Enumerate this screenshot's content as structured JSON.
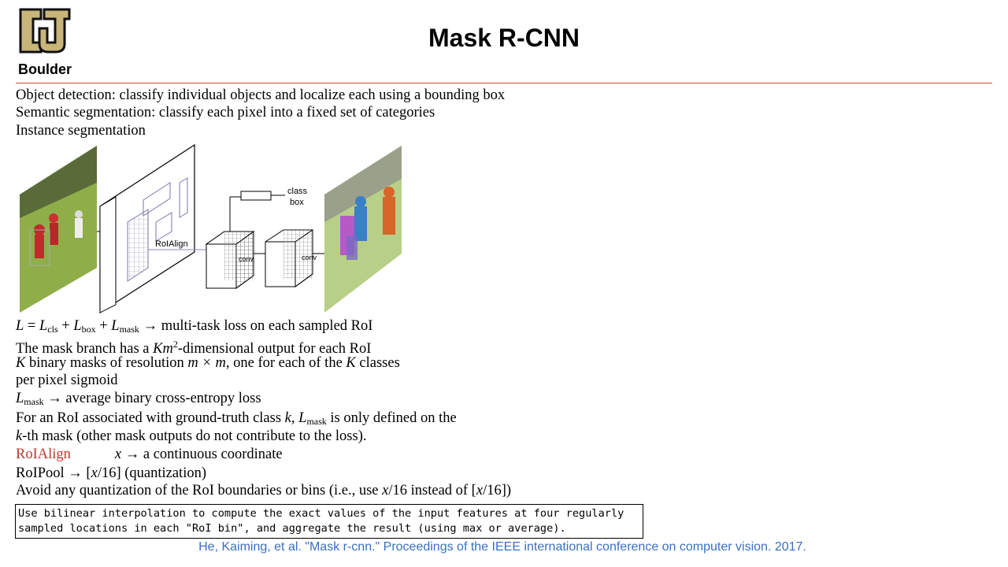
{
  "logo": {
    "text": "Boulder"
  },
  "title": "Mask R-CNN",
  "intro": [
    "Object detection: classify individual objects and localize each using a bounding box",
    "Semantic segmentation: classify each pixel into a fixed set of categories",
    "Instance segmentation"
  ],
  "figure": {
    "roialign_label": "RoIAlign",
    "conv1_label": "conv",
    "conv2_label": "conv",
    "class_label": "class",
    "box_label": "box"
  },
  "loss": {
    "L": "L",
    "eq": " = ",
    "L_cls": "L",
    "cls": "cls",
    "plus1": " + ",
    "L_box": "L",
    "box": "box",
    "plus2": " + ",
    "L_mask": "L",
    "mask": "mask",
    "rest": " → multi-task loss on each sampled RoI"
  },
  "mask_branch": {
    "pre": "The mask branch has a ",
    "K": "Km",
    "exp": "2",
    "post": "-dimensional output for each RoI"
  },
  "binary_masks": {
    "K1": "K",
    "mid": " binary masks of resolution ",
    "mm": "m × m",
    "mid2": ", one for each of the ",
    "K2": "K",
    "post": " classes"
  },
  "sigmoid": "per pixel sigmoid",
  "lmask_line": {
    "L": "L",
    "sub": "mask",
    "post": " → average binary cross-entropy loss"
  },
  "roi_gt": {
    "pre": "For an RoI associated with ground-truth class ",
    "k": "k",
    "comma": ", ",
    "L": "L",
    "sub": "mask",
    "post": " is only defined on the"
  },
  "kth": {
    "k": "k",
    "post": "-th mask (other mask outputs do not contribute to the loss)."
  },
  "roialign_line": {
    "label": "RoIAlign",
    "x": "x",
    "post": " → a continuous coordinate"
  },
  "roipool_line": {
    "pre": "RoIPool → [",
    "x": "x",
    "post": "/16] (quantization)"
  },
  "avoid_line": {
    "pre": "Avoid any quantization of the RoI boundaries or bins (i.e., use ",
    "x1": "x",
    "mid": "/16 instead of [",
    "x2": "x",
    "post": "/16])"
  },
  "note": {
    "line1": "Use bilinear interpolation to compute the exact values of the input features at four regularly",
    "line2": "sampled locations in each \"RoI bin\", and aggregate the result (using max or average)."
  },
  "citation": "He, Kaiming, et al. \"Mask r-cnn.\" Proceedings of the IEEE international conference on computer vision. 2017."
}
